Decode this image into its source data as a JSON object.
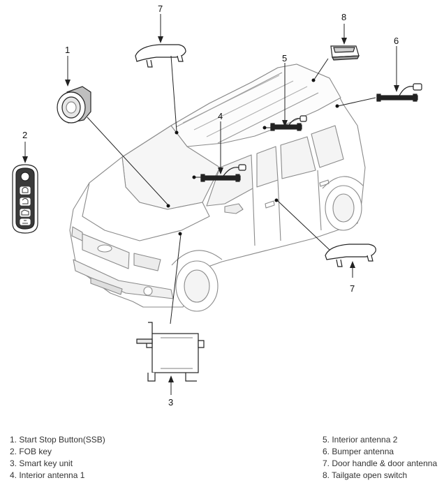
{
  "callouts": {
    "c1": "1",
    "c2": "2",
    "c3": "3",
    "c4": "4",
    "c5": "5",
    "c6": "6",
    "c7a": "7",
    "c7b": "7",
    "c8": "8"
  },
  "fob_icons": [
    "lock-icon",
    "unlock-icon",
    "trunk-icon",
    "panic-icon"
  ],
  "legend": {
    "left": [
      "1. Start Stop Button(SSB)",
      "2. FOB key",
      "3. Smart key unit",
      "4. Interior antenna 1"
    ],
    "right": [
      "5. Interior antenna 2",
      "6. Bumper antenna",
      "7. Door handle & door antenna",
      "8. Tailgate open switch"
    ]
  }
}
